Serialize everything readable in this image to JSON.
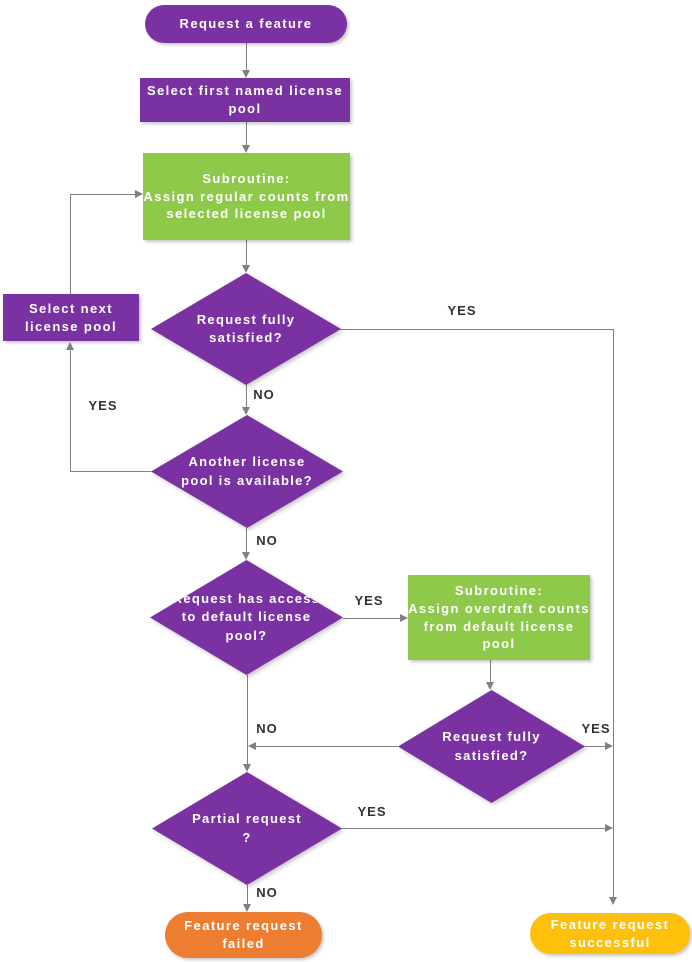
{
  "colors": {
    "purple": "#7a32a2",
    "green": "#8ec949",
    "orange": "#ed7d31",
    "gold": "#ffc00b",
    "line": "#808080",
    "label_text": "#333333"
  },
  "nodes": {
    "start": {
      "type": "terminator",
      "label": "Request a feature"
    },
    "select_first": {
      "type": "process",
      "label": "Select first named license pool"
    },
    "sub_regular": {
      "type": "subroutine",
      "label": "Subroutine:\nAssign regular counts from selected license pool"
    },
    "d_satisfied1": {
      "type": "decision",
      "label": "Request fully satisfied?"
    },
    "select_next": {
      "type": "process",
      "label": "Select next license pool"
    },
    "d_another": {
      "type": "decision",
      "label": "Another license pool is available?"
    },
    "d_default": {
      "type": "decision",
      "label": "Request has access to default license pool?"
    },
    "sub_overdraft": {
      "type": "subroutine",
      "label": "Subroutine:\nAssign overdraft counts from default license pool"
    },
    "d_satisfied2": {
      "type": "decision",
      "label": "Request fully satisfied?"
    },
    "d_partial": {
      "type": "decision",
      "label": "Partial request ?"
    },
    "end_failed": {
      "type": "terminator",
      "label": "Feature request failed"
    },
    "end_success": {
      "type": "terminator",
      "label": "Feature request successful"
    }
  },
  "edge_labels": {
    "d1_yes": "YES",
    "d1_no": "NO",
    "d2_yes": "YES",
    "d2_no": "NO",
    "d3_yes": "YES",
    "d4_yes": "YES",
    "d4_no": "NO",
    "d5_yes": "YES",
    "d5_no": "NO"
  }
}
